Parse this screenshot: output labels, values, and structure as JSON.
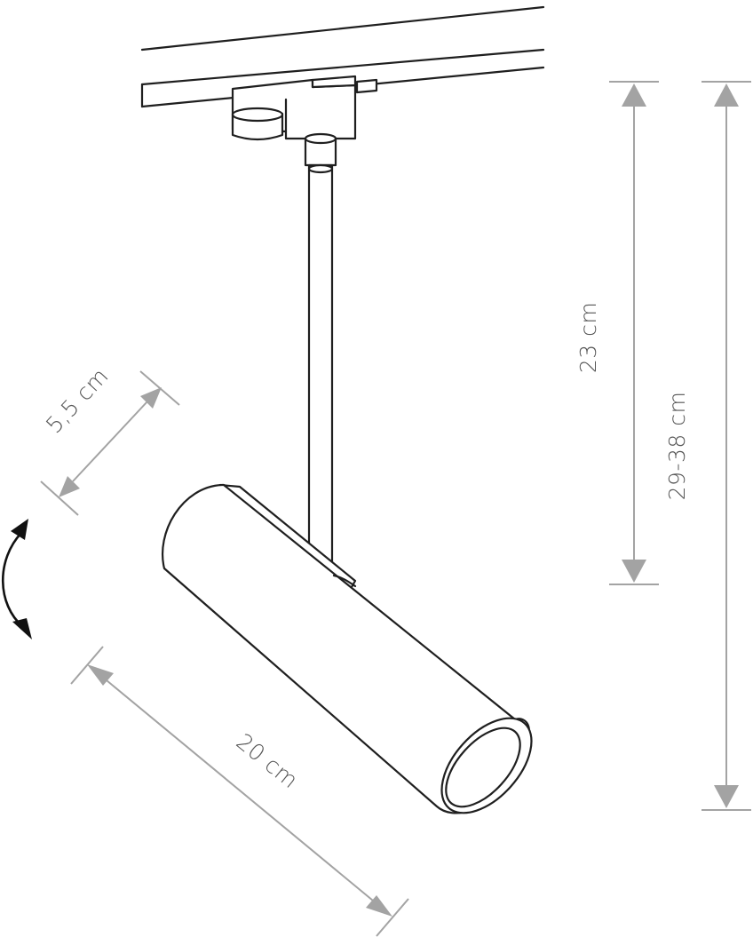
{
  "dimensions": {
    "stem_height": "23 cm",
    "total_height": "29-38 cm",
    "diameter": "5,5 cm",
    "body_length": "20 cm"
  },
  "colors": {
    "line": "#1f1f1f",
    "dimension": "#a3a3a3",
    "label": "#555555",
    "rotation_arrow": "#111111"
  },
  "icons": {
    "rotation": "curved-double-arrow-icon"
  }
}
